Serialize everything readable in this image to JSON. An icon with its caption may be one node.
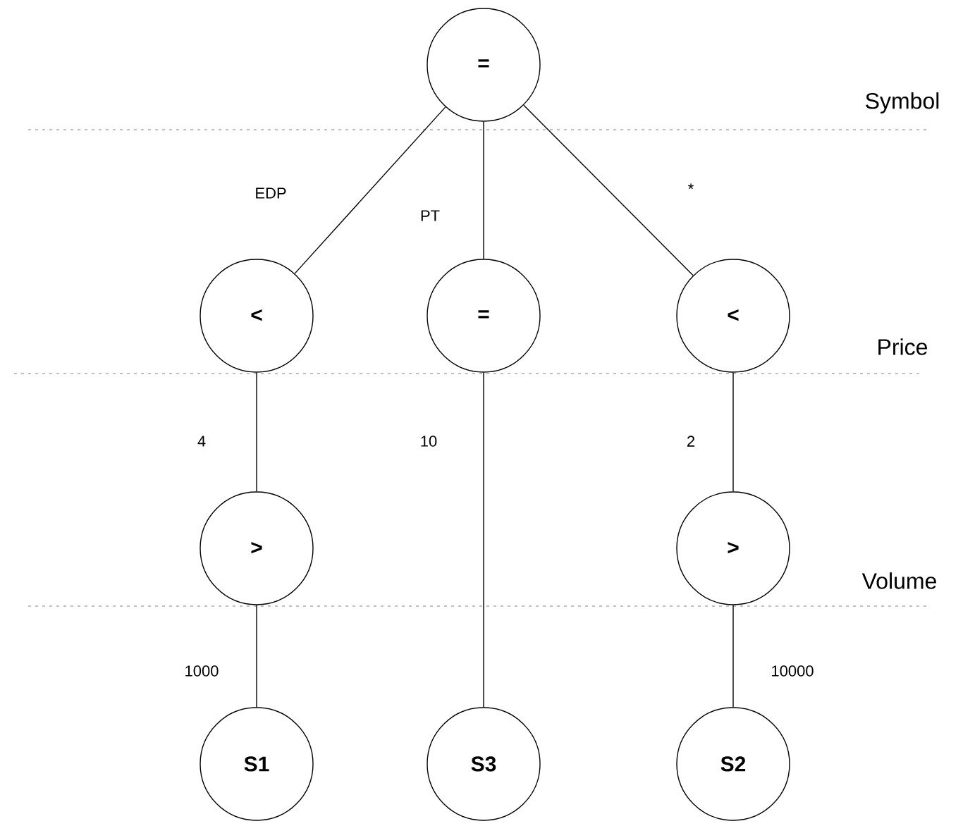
{
  "diagram": {
    "nodes": [
      {
        "text": [
          "="
        ]
      },
      {
        "text": [
          "<"
        ]
      },
      {
        "text": [
          "="
        ]
      },
      {
        "text": [
          "<"
        ]
      },
      {
        "text": [
          ">"
        ]
      },
      {
        "text": [
          ">"
        ]
      },
      {
        "text": [
          "S1"
        ]
      },
      {
        "text": [
          "S3"
        ]
      },
      {
        "text": [
          "S2"
        ]
      }
    ],
    "edges": [
      {
        "from": 0,
        "to": 1,
        "arrow": "none",
        "label": "EDP"
      },
      {
        "from": 0,
        "to": 2,
        "arrow": "none",
        "label": "PT"
      },
      {
        "from": 0,
        "to": 3,
        "arrow": "none",
        "label": "*"
      },
      {
        "from": 1,
        "to": 4,
        "arrow": "none",
        "label": "4"
      },
      {
        "from": 2,
        "to": 7,
        "arrow": "none",
        "label": "10"
      },
      {
        "from": 3,
        "to": 5,
        "arrow": "none",
        "label": "2"
      },
      {
        "from": 4,
        "to": 6,
        "arrow": "none",
        "label": "1000"
      },
      {
        "from": 5,
        "to": 8,
        "arrow": "none",
        "label": "10000"
      }
    ],
    "labels": [
      "Symbol",
      "Price",
      "Volume"
    ]
  }
}
